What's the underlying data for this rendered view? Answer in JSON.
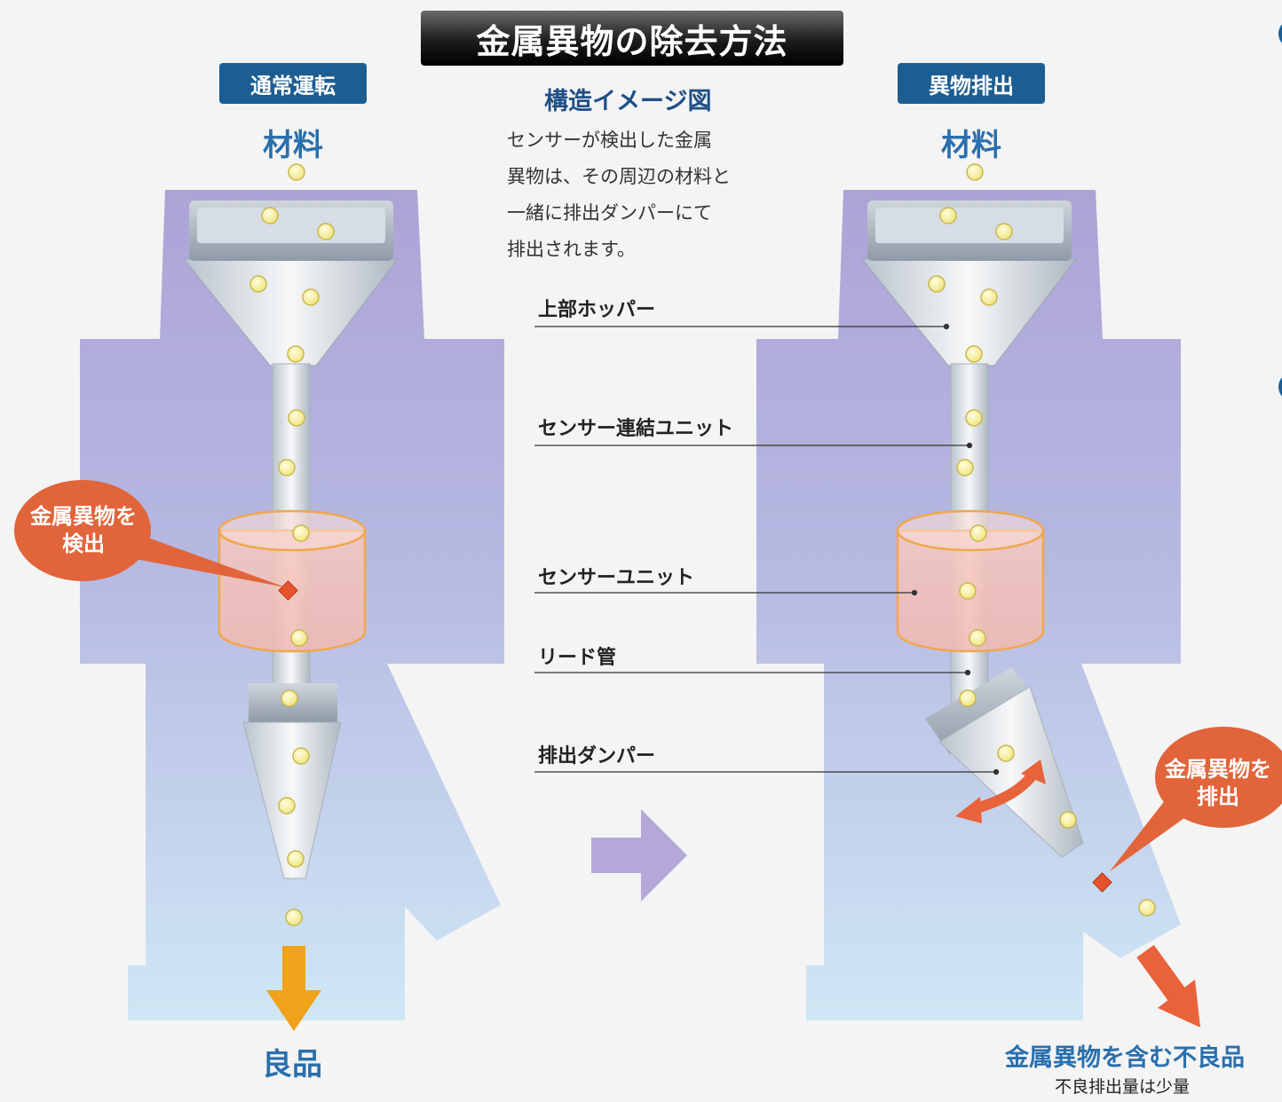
{
  "title": "金属異物の除去方法",
  "left_panel": {
    "mode_label": "通常運転",
    "material_label": "材料",
    "callout": [
      "金属異物を",
      "検出"
    ],
    "output_label": "良品"
  },
  "right_panel": {
    "mode_label": "異物排出",
    "material_label": "材料",
    "callout": [
      "金属異物を",
      "排出"
    ],
    "output_label": "金属異物を含む不良品",
    "output_note": "不良排出量は少量"
  },
  "center": {
    "subtitle": "構造イメージ図",
    "description": [
      "センサーが検出した金属",
      "異物は、その周辺の材料と",
      "一緒に排出ダンパーにて",
      "排出されます。"
    ],
    "parts": [
      "上部ホッパー",
      "センサー連結ユニット",
      "センサーユニット",
      "リード管",
      "排出ダンパー"
    ]
  },
  "colors": {
    "title_bar": "#1c1c1c",
    "mode_label_bg": "#1d5e92",
    "accent_blue": "#2a6fad",
    "callout_orange": "#e2643a",
    "arrow_good": "#f0a21b",
    "arrow_bad": "#e8623a",
    "housing_top": "#b1a8d8",
    "housing_bottom": "#cde5f4",
    "particle": "#f6ee8a",
    "foreign_object": "#e5532c"
  }
}
